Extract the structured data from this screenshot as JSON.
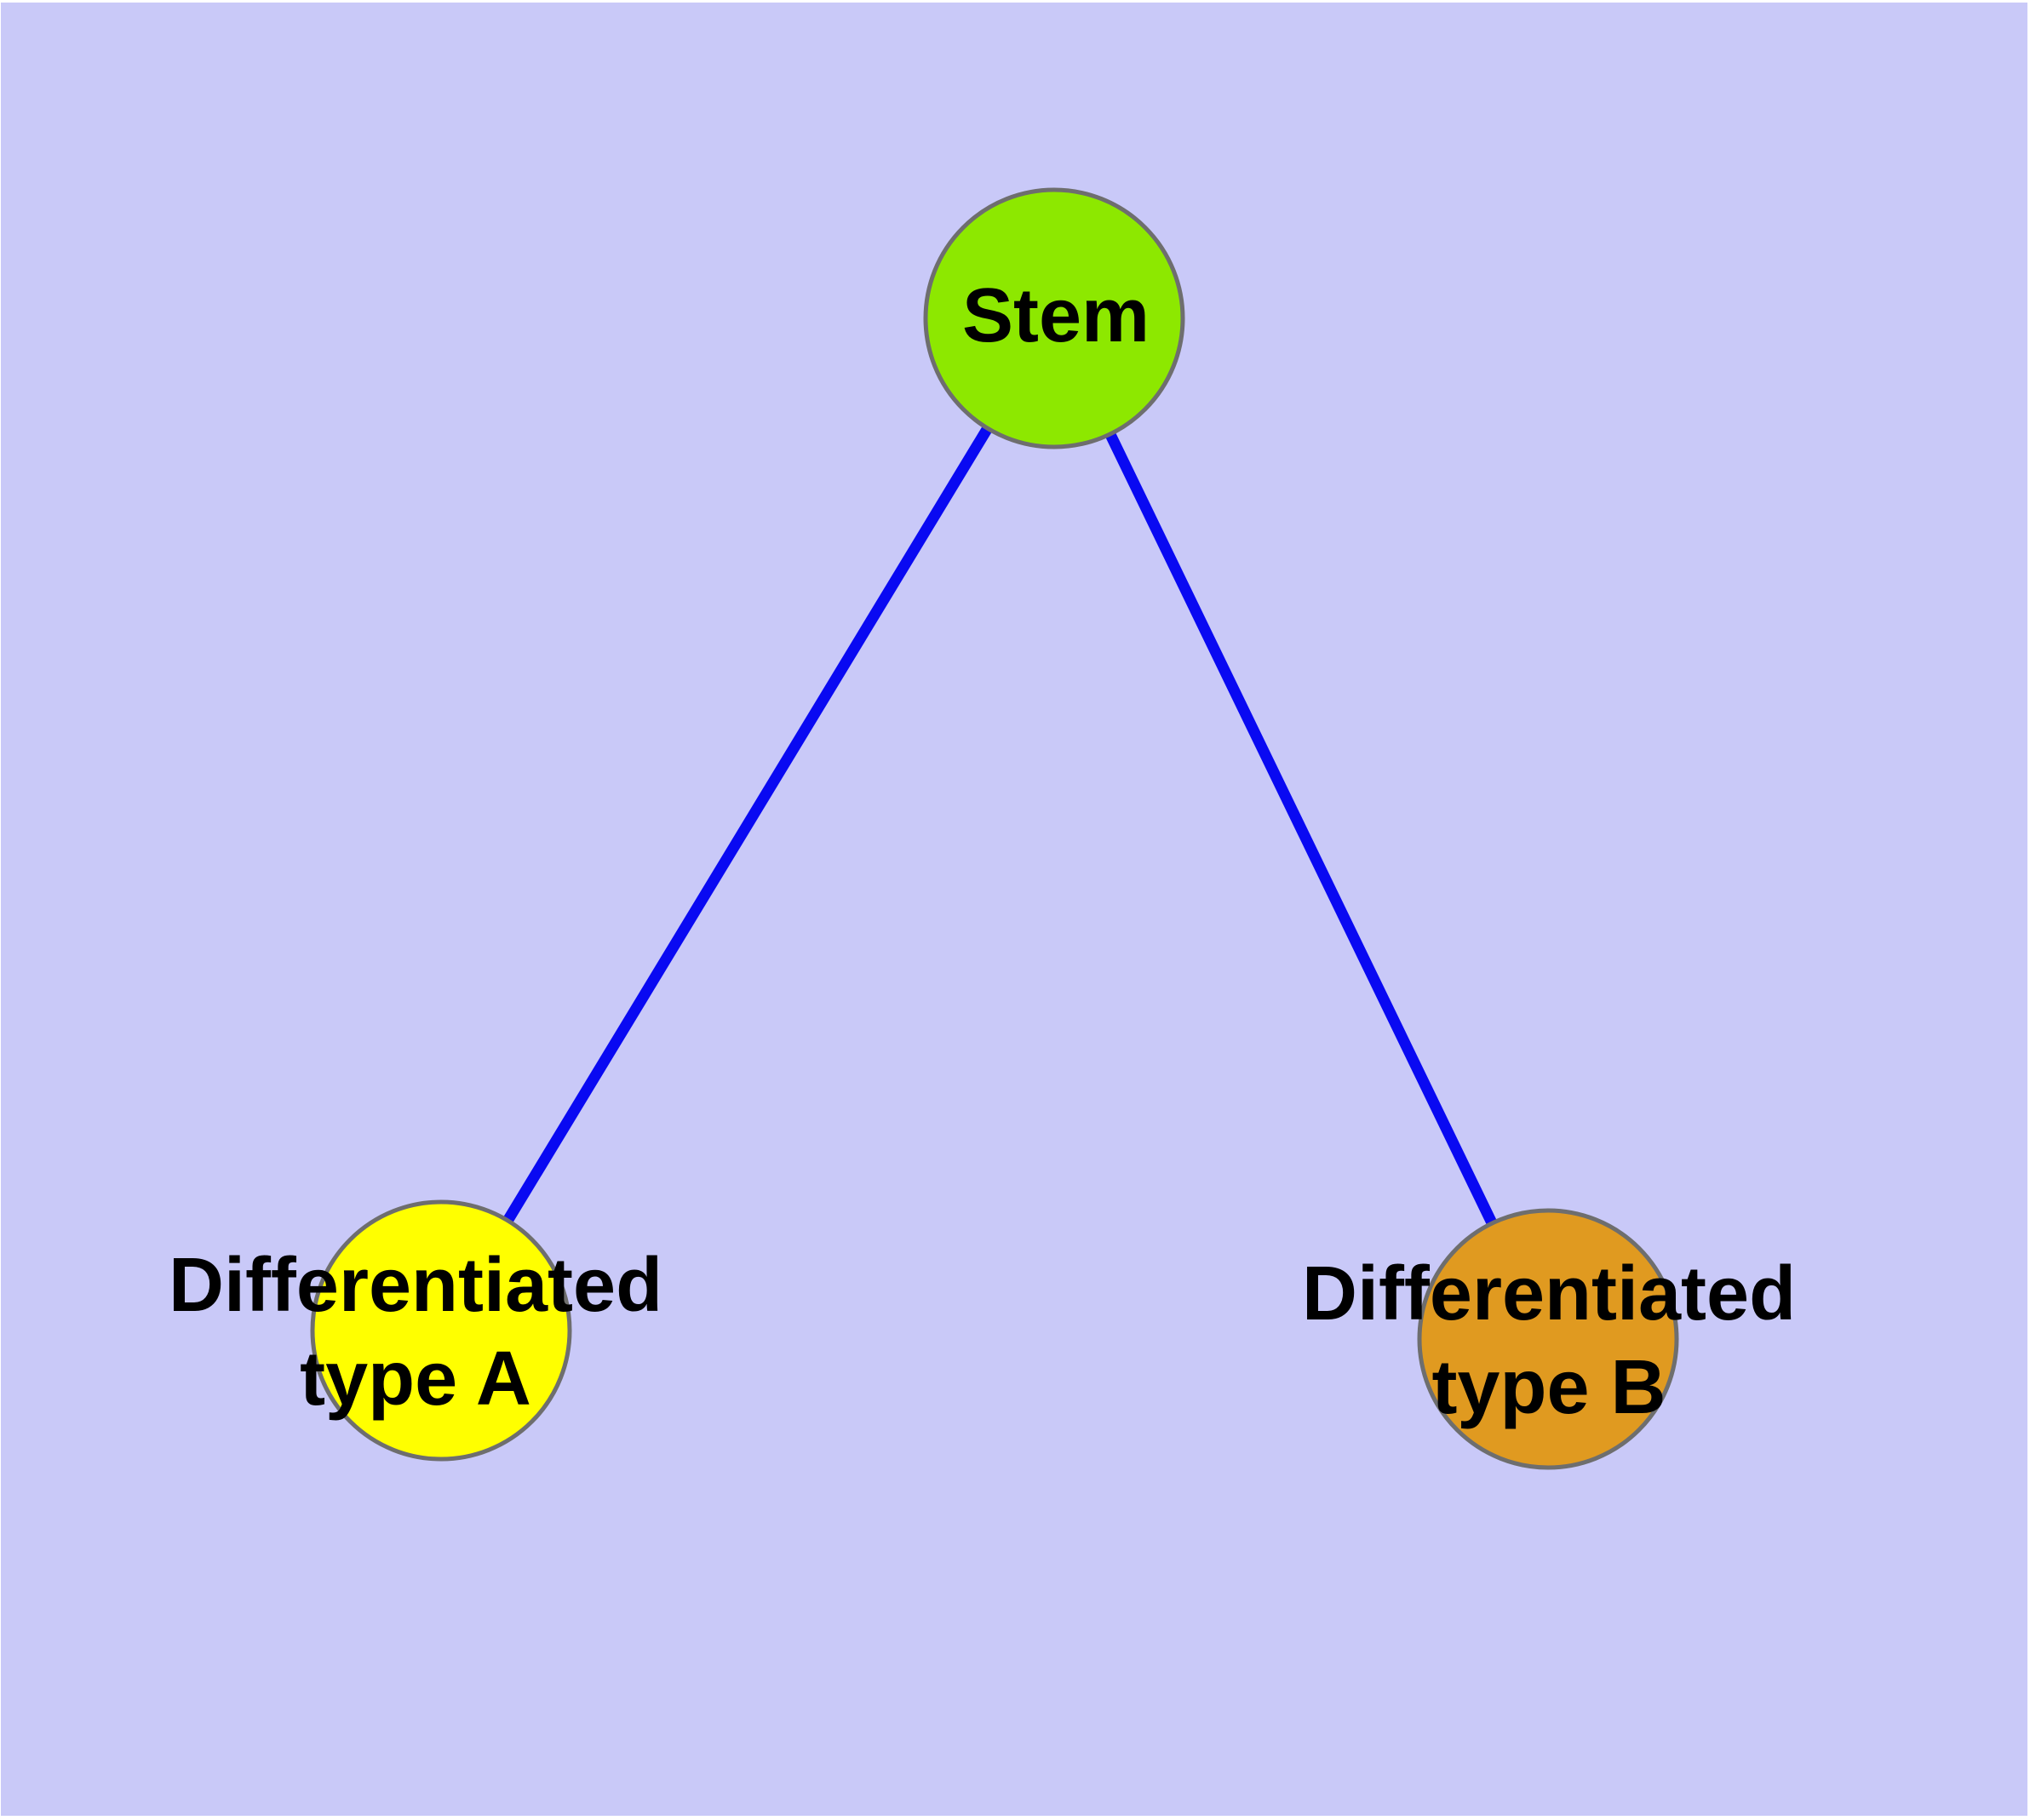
{
  "figure": {
    "frame_color": "#ffffff",
    "background_color": "#c9c9f8",
    "edge_color": "#0909f2",
    "node_border_color": "#6e6e6e",
    "text_color": "#000000",
    "nodes": [
      {
        "id": "stem",
        "label": "Stem",
        "lines": [
          "Stem"
        ],
        "fill": "#8de800"
      },
      {
        "id": "type-a",
        "label": "Differentiated type A",
        "lines": [
          "Differentiated",
          "type A"
        ],
        "fill": "#ffff00"
      },
      {
        "id": "type-b",
        "label": "Differentiated type B",
        "lines": [
          "Differentiated",
          "type B"
        ],
        "fill": "#e09a20"
      }
    ],
    "edges": [
      {
        "from": "stem",
        "to": "type-a"
      },
      {
        "from": "stem",
        "to": "type-b"
      }
    ]
  }
}
